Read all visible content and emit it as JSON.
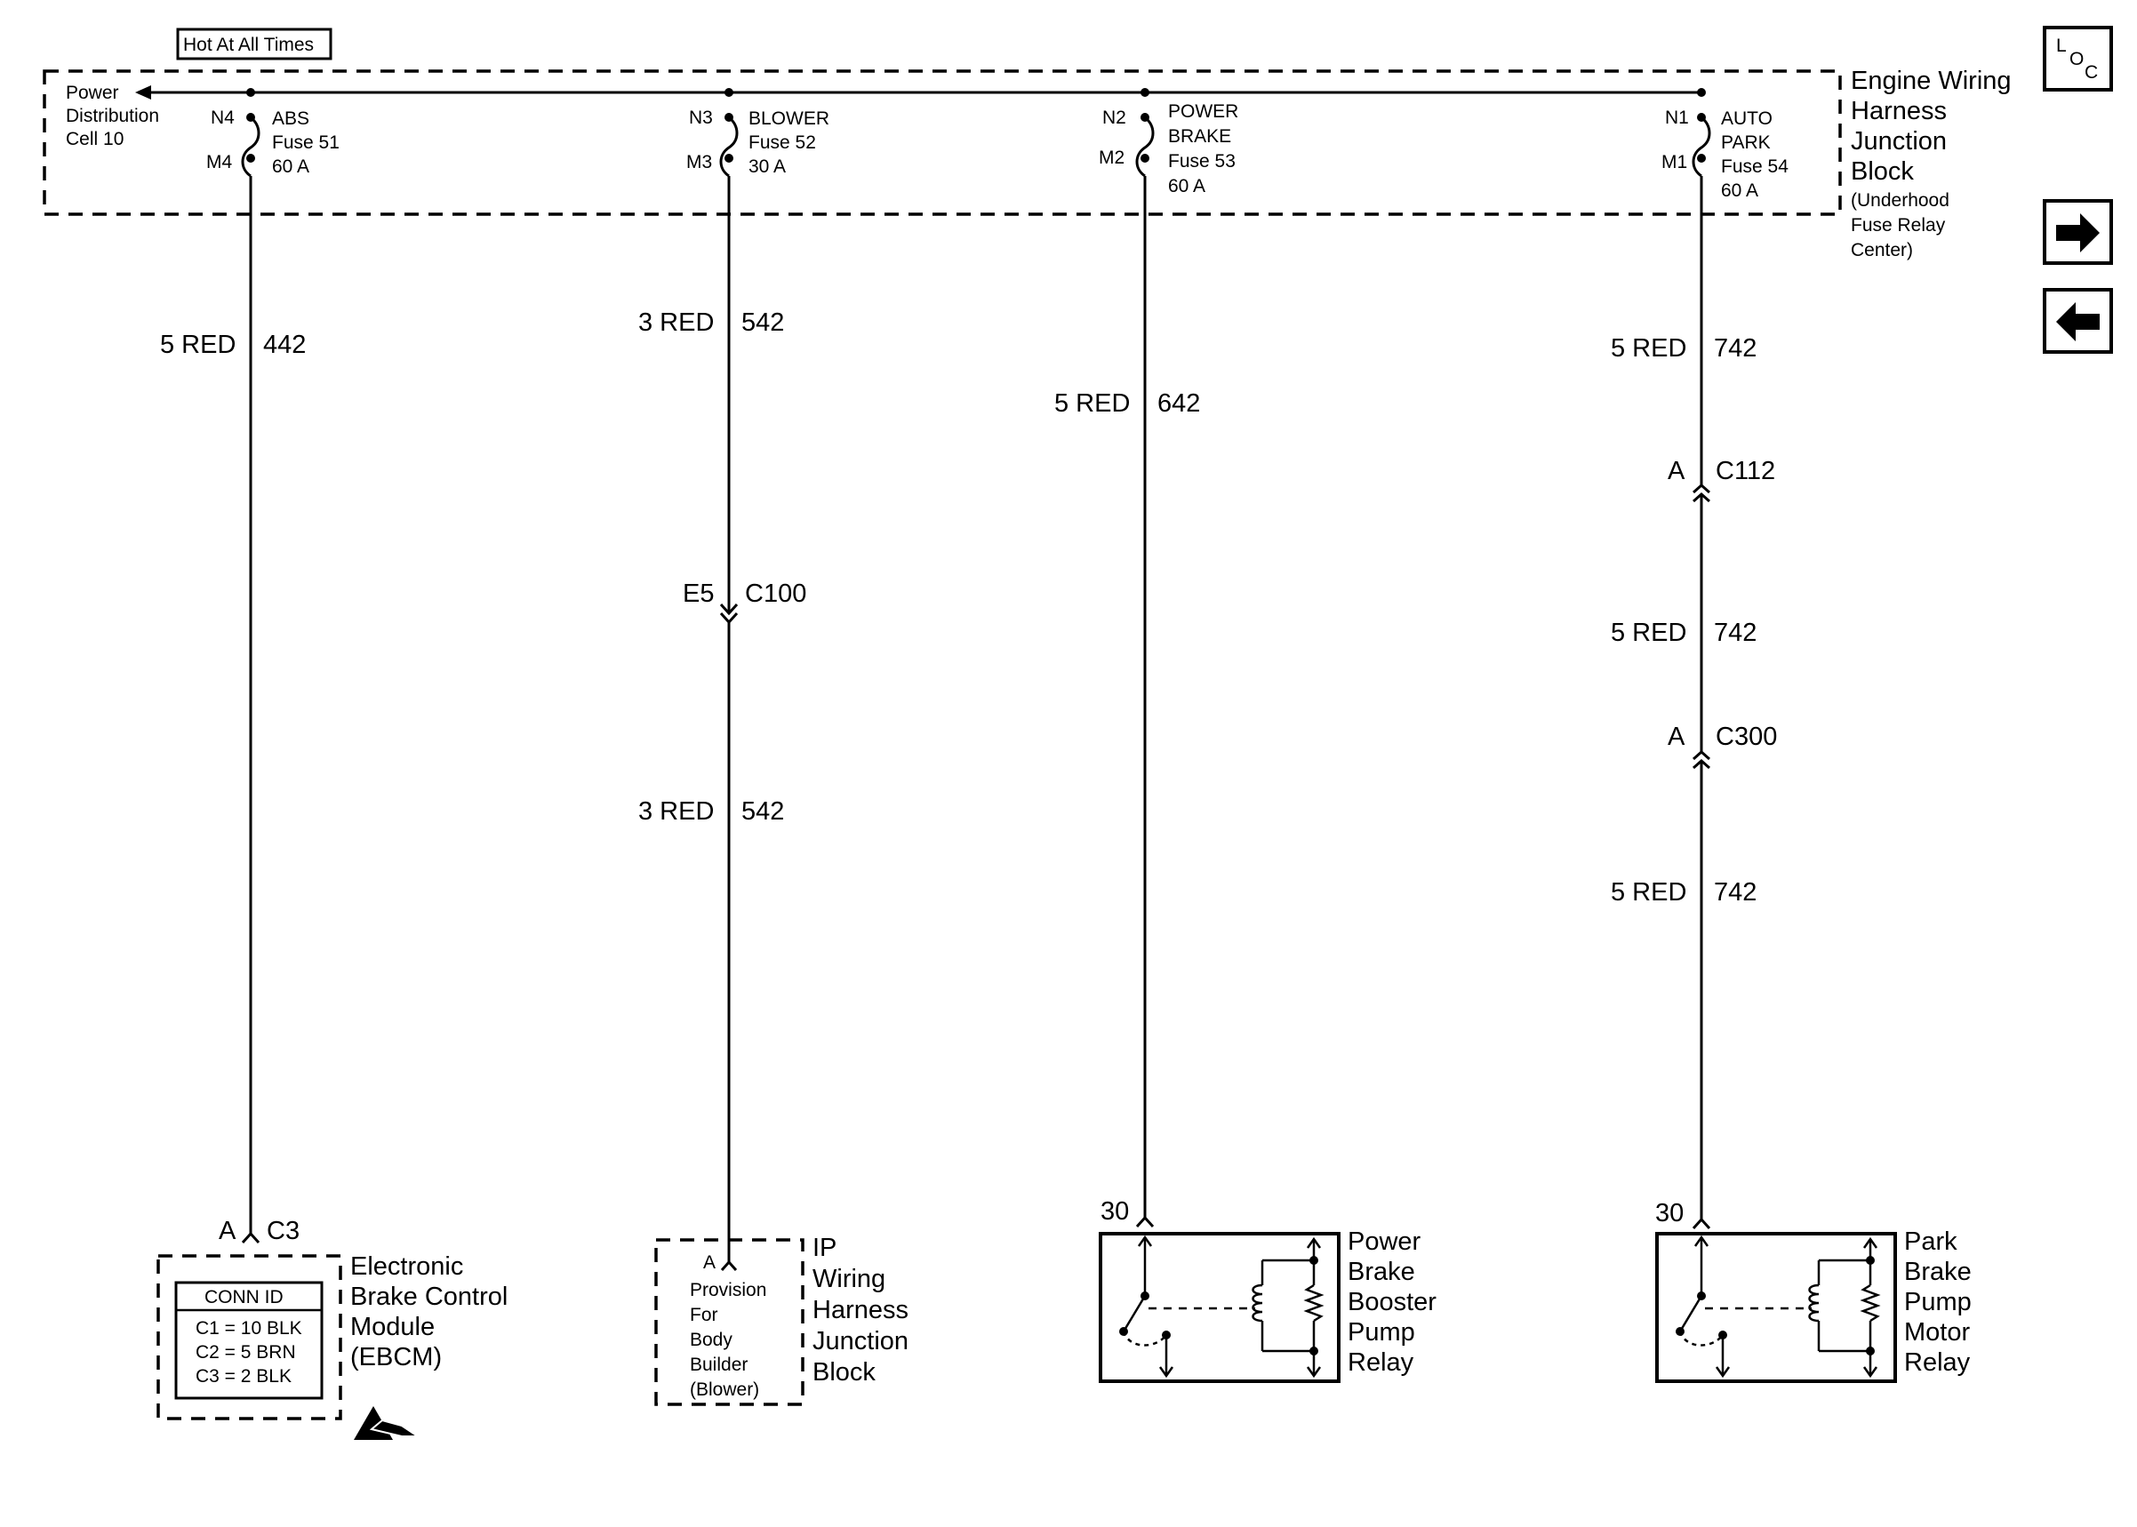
{
  "header": {
    "hot_label": "Hot At All Times",
    "power_dist": [
      "Power",
      "Distribution",
      "Cell 10"
    ],
    "junction_block": [
      "Engine Wiring",
      "Harness",
      "Junction",
      "Block",
      "(Underhood",
      "Fuse Relay",
      "Center)"
    ]
  },
  "nav": {
    "loc_label": [
      "L",
      "O",
      "C"
    ],
    "forward_icon": "arrow-right-icon",
    "back_icon": "arrow-left-icon"
  },
  "fuses": [
    {
      "top_pin": "N4",
      "bottom_pin": "M4",
      "label": [
        "ABS",
        "Fuse 51",
        "60 A"
      ]
    },
    {
      "top_pin": "N3",
      "bottom_pin": "M3",
      "label": [
        "BLOWER",
        "Fuse 52",
        "30 A"
      ]
    },
    {
      "top_pin": "N2",
      "bottom_pin": "M2",
      "label": [
        "POWER",
        "BRAKE",
        "Fuse 53",
        "60 A"
      ]
    },
    {
      "top_pin": "N1",
      "bottom_pin": "M1",
      "label": [
        "AUTO",
        "PARK",
        "Fuse 54",
        "60 A"
      ]
    }
  ],
  "wires": {
    "w442": {
      "gauge": "5 RED",
      "circuit": "442"
    },
    "w542a": {
      "gauge": "3 RED",
      "circuit": "542"
    },
    "w542b": {
      "gauge": "3 RED",
      "circuit": "542"
    },
    "w642": {
      "gauge": "5 RED",
      "circuit": "642"
    },
    "w742a": {
      "gauge": "5 RED",
      "circuit": "742"
    },
    "w742b": {
      "gauge": "5 RED",
      "circuit": "742"
    },
    "w742c": {
      "gauge": "5 RED",
      "circuit": "742"
    }
  },
  "connectors": {
    "c100": {
      "pin": "E5",
      "name": "C100"
    },
    "c112": {
      "pin": "A",
      "name": "C112"
    },
    "c300": {
      "pin": "A",
      "name": "C300"
    },
    "ebcm_c3": {
      "pin": "A",
      "name": "C3"
    },
    "pbb_pin": "30",
    "ppm_pin": "30"
  },
  "components": {
    "ebcm": {
      "label": [
        "Electronic",
        "Brake Control",
        "Module",
        "(EBCM)"
      ],
      "conn_id_title": "CONN ID",
      "conn_rows": [
        "C1 = 10 BLK",
        "C2 = 5 BRN",
        "C3 = 2 BLK"
      ],
      "esd_icon": "esd-warning-icon"
    },
    "ip_block": {
      "pin": "A",
      "inner": [
        "Provision",
        "For",
        "Body",
        "Builder",
        "(Blower)"
      ],
      "label": [
        "IP",
        "Wiring",
        "Harness",
        "Junction",
        "Block"
      ]
    },
    "pbb_relay": {
      "label": [
        "Power",
        "Brake",
        "Booster",
        "Pump",
        "Relay"
      ]
    },
    "ppm_relay": {
      "label": [
        "Park",
        "Brake",
        "Pump",
        "Motor",
        "Relay"
      ]
    }
  }
}
